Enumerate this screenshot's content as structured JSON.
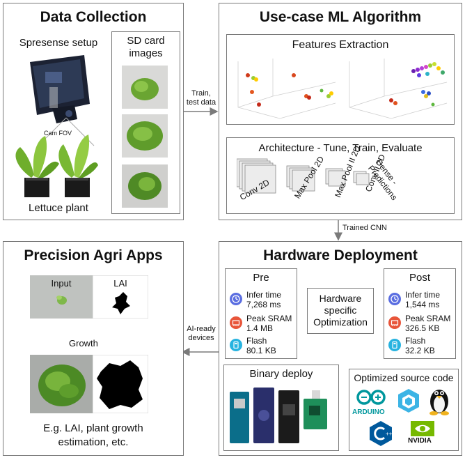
{
  "data_collection": {
    "title": "Data Collection",
    "spresense_label": "Spresense setup",
    "cam_fov_label": "Cam FOV",
    "lettuce_label": "Lettuce plant",
    "sd_card_label_line1": "SD card",
    "sd_card_label_line2": "images"
  },
  "ml_algorithm": {
    "title": "Use-case ML Algorithm",
    "features_title": "Features Extraction",
    "architecture_title": "Architecture - Tune, Train, Evaluate",
    "layers": [
      "Conv 2D",
      "Max Pool 2D",
      "Max Pool II 2D",
      "Conv II 2D",
      "Dense - Predictions"
    ]
  },
  "hardware": {
    "title": "Hardware Deployment",
    "pre": {
      "title": "Pre",
      "infer_label": "Infer time",
      "infer_value": "7,268 ms",
      "sram_label": "Peak SRAM",
      "sram_value": "1.4 MB",
      "flash_label": "Flash",
      "flash_value": "80.1 KB"
    },
    "post": {
      "title": "Post",
      "infer_label": "Infer time",
      "infer_value": "1,544 ms",
      "sram_label": "Peak SRAM",
      "sram_value": "326.5 KB",
      "flash_label": "Flash",
      "flash_value": "32.2 KB"
    },
    "optimization_line1": "Hardware",
    "optimization_line2": "specific",
    "optimization_line3": "Optimization",
    "source_code_title": "Optimized source code",
    "binary_title": "Binary deploy",
    "logo_arduino": "ARDUINO",
    "logo_nvidia": "NVIDIA"
  },
  "precision_agri": {
    "title": "Precision Agri Apps",
    "input_label": "Input",
    "lai_label": "LAI",
    "growth_label": "Growth",
    "caption_line1": "E.g. LAI, plant growth",
    "caption_line2": "estimation, etc."
  },
  "arrows": {
    "train_test_line1": "Train,",
    "train_test_line2": "test data",
    "trained_cnn": "Trained CNN",
    "ai_ready_line1": "AI-ready",
    "ai_ready_line2": "devices"
  },
  "colors": {
    "infer_icon": "#5b6ee1",
    "sram_icon": "#e8553a",
    "flash_icon": "#27b3e0",
    "arduino": "#00979d",
    "nvidia": "#76b900"
  }
}
